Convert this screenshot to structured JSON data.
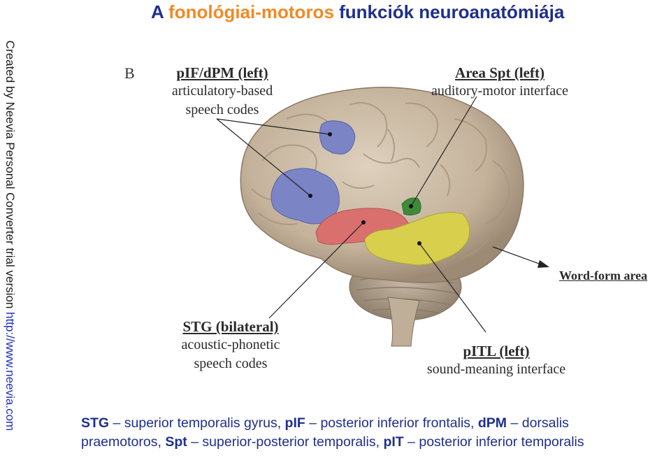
{
  "watermark": {
    "text": "Created by Neevia Personal Converter trial version ",
    "link": "http://www.neevia.com"
  },
  "title": {
    "prefix": "A ",
    "highlight": "fonológiai-motoros",
    "suffix": " funkciók neuroanatómiája"
  },
  "figure": {
    "panel_letter": "B",
    "labels": {
      "pif": {
        "head": "pIF/dPM (left)",
        "line1": "articulatory-based",
        "line2": "speech codes"
      },
      "spt": {
        "head": "Area Spt (left)",
        "line1": "auditory-motor interface"
      },
      "stg": {
        "head": "STG (bilateral)",
        "line1": "acoustic-phonetic",
        "line2": "speech codes"
      },
      "pitl": {
        "head": "pITL (left)",
        "line1": "sound-meaning interface"
      },
      "wordform": "Word-form area"
    },
    "colors": {
      "brain": "#c9b9a4",
      "pif": "#7b84c4",
      "stg": "#d9706e",
      "spt": "#3f8a3a",
      "pitl": "#d8cf4c",
      "cerebellum": "#b8a896"
    }
  },
  "caption": {
    "line1": [
      {
        "b": "STG",
        "t": " – superior temporalis gyrus, "
      },
      {
        "b": "pIF",
        "t": " – posterior inferior frontalis, "
      },
      {
        "b": "dPM",
        "t": " – dorsalis"
      }
    ],
    "line2": [
      {
        "b": "",
        "t": "praemotoros, "
      },
      {
        "b": "Spt",
        "t": " – superior-posterior temporalis, "
      },
      {
        "b": "pIT",
        "t": " – posterior inferior temporalis"
      }
    ]
  }
}
